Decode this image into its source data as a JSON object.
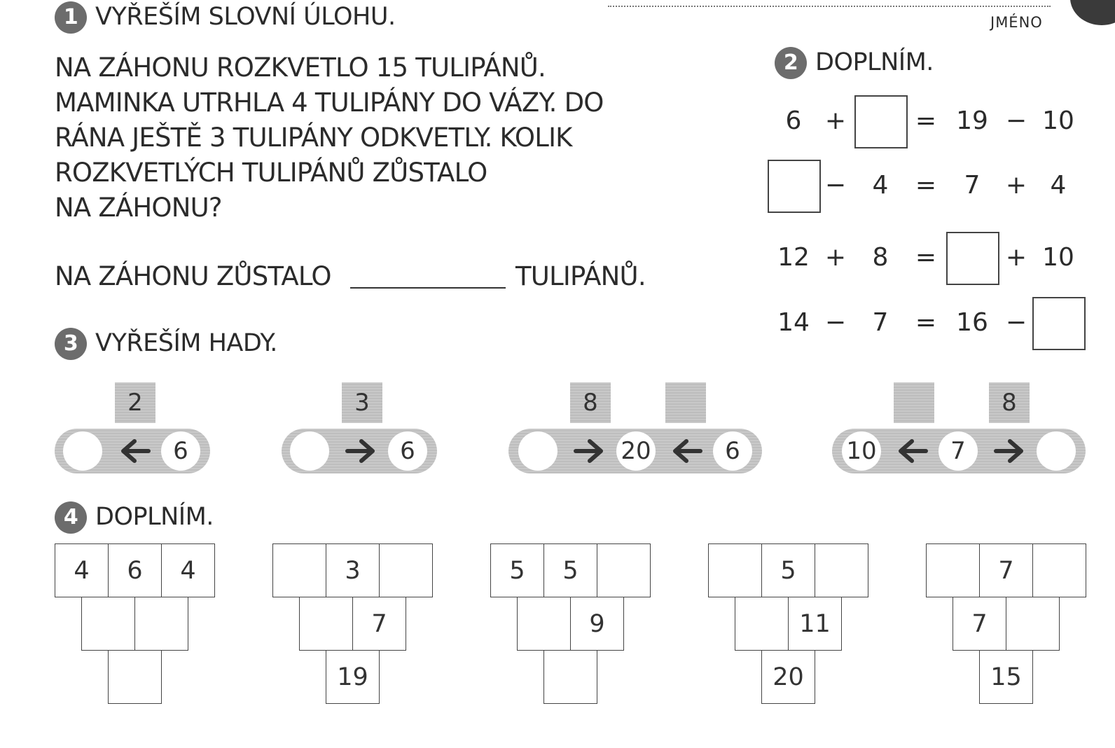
{
  "header": {
    "name_label": "JMÉNO"
  },
  "task1": {
    "number": "1",
    "title": "VYŘEŠÍM SLOVNÍ ÚLOHU.",
    "lines": [
      "NA ZÁHONU ROZKVETLO 15 TULIPÁNŮ.",
      "MAMINKA UTRHLA 4 TULIPÁNY DO VÁZY. DO",
      "RÁNA JEŠTĚ 3 TULIPÁNY ODKVETLY. KOLIK",
      "ROZKVETLÝCH TULIPÁNŮ ZŮSTALO",
      "NA ZÁHONU?"
    ],
    "answer_prefix": "NA ZÁHONU ZŮSTALO",
    "answer_suffix": "TULIPÁNŮ."
  },
  "task2": {
    "number": "2",
    "title": "DOPLNÍM.",
    "rows": [
      [
        "6",
        "+",
        "",
        "=",
        "19",
        "−",
        "10"
      ],
      [
        "",
        "−",
        "4",
        "=",
        "7",
        "+",
        "4"
      ],
      [
        "12",
        "+",
        "8",
        "=",
        "",
        "+",
        "10"
      ],
      [
        "14",
        "−",
        "7",
        "=",
        "16",
        "−",
        ""
      ]
    ]
  },
  "task3": {
    "number": "3",
    "title": "VYŘEŠÍM HADY.",
    "snakes": [
      {
        "caps": [
          "2"
        ],
        "circles": [
          "",
          "6"
        ],
        "arrows": [
          "left-arrow-icon"
        ]
      },
      {
        "caps": [
          "3"
        ],
        "circles": [
          "",
          "6"
        ],
        "arrows": [
          "right-arrow-icon"
        ]
      },
      {
        "caps": [
          "8",
          ""
        ],
        "circles": [
          "",
          "20",
          "6"
        ],
        "arrows": [
          "right-arrow-icon",
          "left-arrow-icon"
        ]
      },
      {
        "caps": [
          "",
          "8"
        ],
        "circles": [
          "10",
          "7",
          ""
        ],
        "arrows": [
          "left-arrow-icon",
          "right-arrow-icon"
        ]
      }
    ]
  },
  "task4": {
    "number": "4",
    "title": "DOPLNÍM.",
    "pyramids": [
      {
        "top": [
          "4",
          "6",
          "4"
        ],
        "middle": [
          "",
          ""
        ],
        "bottom": ""
      },
      {
        "top": [
          "",
          "3",
          ""
        ],
        "middle": [
          "",
          "7"
        ],
        "bottom": "19"
      },
      {
        "top": [
          "5",
          "5",
          ""
        ],
        "middle": [
          "",
          "9"
        ],
        "bottom": ""
      },
      {
        "top": [
          "",
          "5",
          ""
        ],
        "middle": [
          "",
          "11"
        ],
        "bottom": "20"
      },
      {
        "top": [
          "",
          "7",
          ""
        ],
        "middle": [
          "7",
          ""
        ],
        "bottom": "15"
      }
    ]
  }
}
